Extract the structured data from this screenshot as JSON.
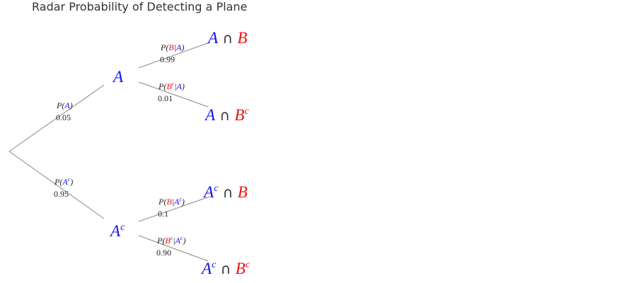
{
  "title": "Radar Probability of Detecting a Plane",
  "colors": {
    "event_a": "#1010ee",
    "event_b": "#ee1111",
    "text": "#333333",
    "branch": "#888888"
  },
  "nodes": {
    "a": "A",
    "a_c": "A",
    "a_and_b": "A ∩ B",
    "a_and_bc": "A ∩ B",
    "ac_and_b": "A ∩ B",
    "ac_and_bc": "A ∩ B",
    "complement_mark": "c"
  },
  "branches": {
    "p_a": {
      "label": "P(A)",
      "value": "0.05"
    },
    "p_ac": {
      "label": "P(A)",
      "value": "0.95"
    },
    "p_b_given_a": {
      "label": "P(B|A)",
      "value": "0.99"
    },
    "p_bc_given_a": {
      "label": "P(B|A)",
      "value": "0.01"
    },
    "p_b_given_ac": {
      "label": "P(B|A)",
      "value": "0.1"
    },
    "p_bc_given_ac": {
      "label": "P(B|A)",
      "value": "0.90"
    }
  }
}
